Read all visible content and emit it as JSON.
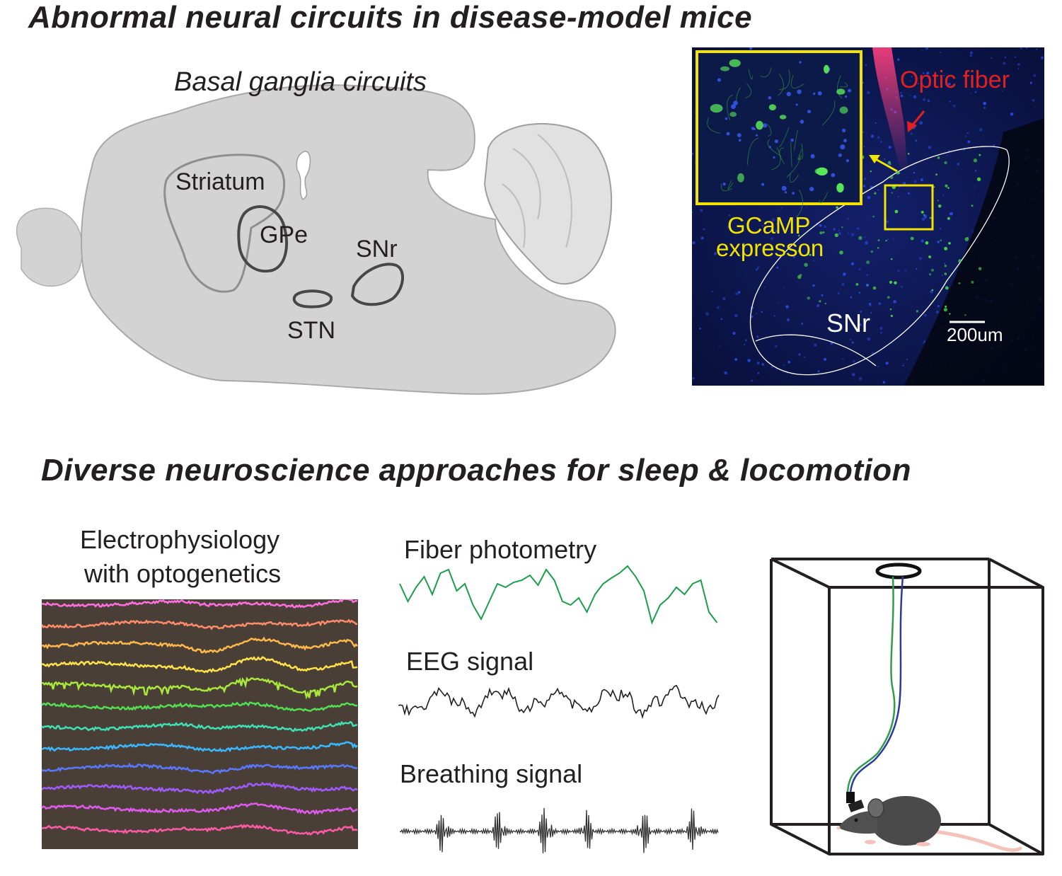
{
  "figure": {
    "title_top": "Abnormal neural circuits in disease-model mice",
    "title_bottom": "Diverse neuroscience approaches for sleep & locomotion"
  },
  "brain": {
    "title": "Basal ganglia circuits",
    "regions": {
      "striatum": "Striatum",
      "gpe": "GPe",
      "snr": "SNr",
      "stn": "STN"
    },
    "colors": {
      "fill": "#d3d3d3",
      "edge": "#9e9e9e",
      "nucleus": "#474747",
      "cerebellum": "#e1e1e1"
    }
  },
  "micrograph": {
    "optic_fiber_label": "Optic fiber",
    "gcamp_label_line1": "GCaMP",
    "gcamp_label_line2": "expresson",
    "region_label": "SNr",
    "scale_bar_label": "200um",
    "colors": {
      "background": "#0a1136",
      "highlight_box": "#f2e300",
      "fiber": "#e32020",
      "cells": "#48d848"
    }
  },
  "ephys": {
    "title_line1": "Electrophysiology",
    "title_line2": "with optogenetics",
    "trace_colors": [
      "#ff6fe0",
      "#ff8c6a",
      "#ffb84a",
      "#ffe24a",
      "#a8e83a",
      "#52e052",
      "#3ee0b4",
      "#3ab8ff",
      "#5a78ff",
      "#a05aff",
      "#e05af0",
      "#ff5aa8"
    ]
  },
  "signals": {
    "fiber_label": "Fiber photometry",
    "eeg_label": "EEG signal",
    "breathing_label": "Breathing signal",
    "colors": {
      "fiber": "#1a9e4a",
      "eeg": "#231f20",
      "breathing": "#333333"
    }
  },
  "setup": {
    "colors": {
      "cable_green": "#2e9e4a",
      "cable_blue": "#2b3a9e",
      "mouse_body": "#4a4a4a",
      "mouse_tail": "#f4c2b8",
      "box": "#231f20"
    }
  }
}
